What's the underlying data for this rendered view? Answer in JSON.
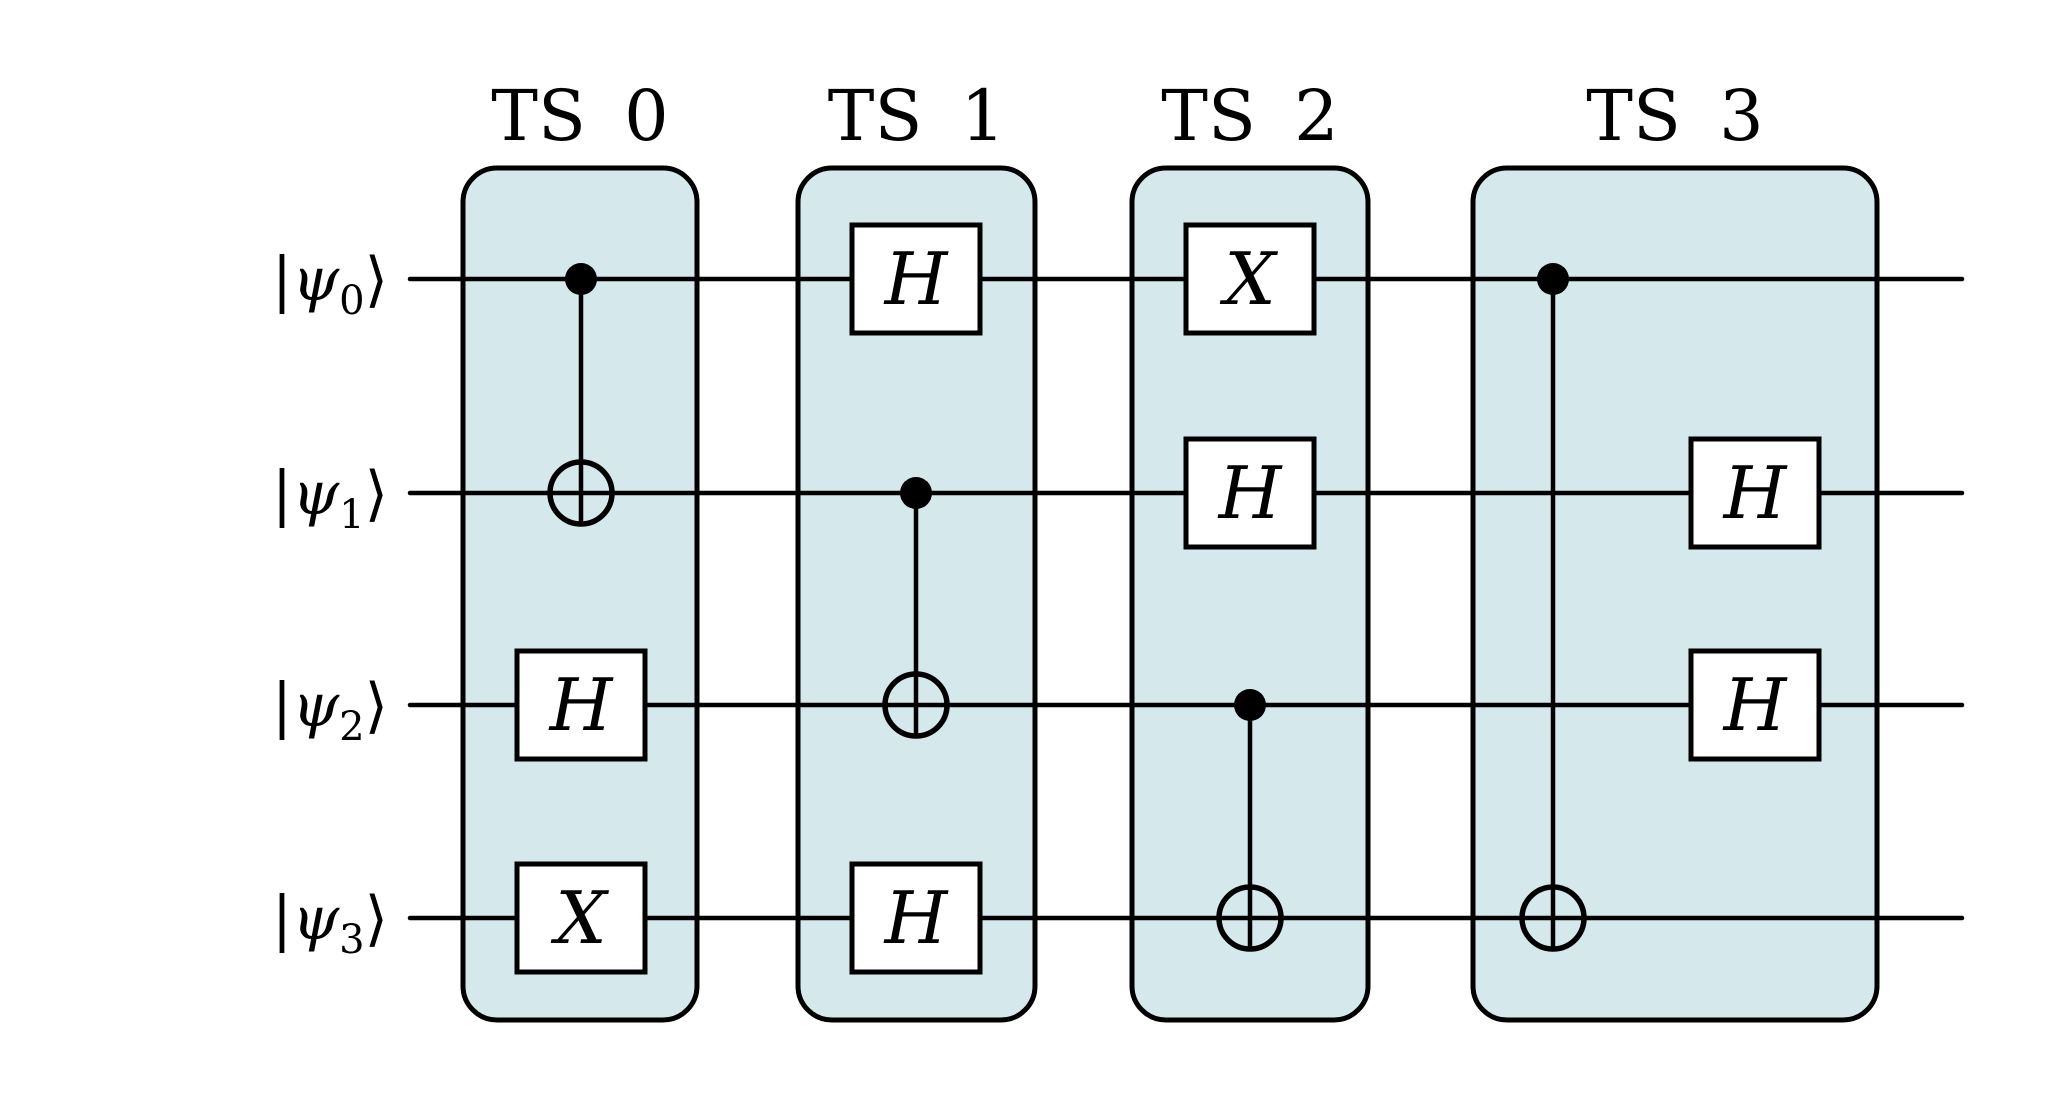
{
  "page": {
    "background": "#ffffff"
  },
  "diagram": {
    "type": "quantum-circuit",
    "colors": {
      "timestep_fill": "#d5e8ec",
      "stroke": "#000000",
      "gate_fill": "#ffffff"
    },
    "qubits": [
      {
        "ket_open": "|",
        "base": "ψ",
        "sub": "0",
        "ket_close": "⟩"
      },
      {
        "ket_open": "|",
        "base": "ψ",
        "sub": "1",
        "ket_close": "⟩"
      },
      {
        "ket_open": "|",
        "base": "ψ",
        "sub": "2",
        "ket_close": "⟩"
      },
      {
        "ket_open": "|",
        "base": "ψ",
        "sub": "3",
        "ket_close": "⟩"
      }
    ],
    "timesteps": [
      {
        "label": "TS 0",
        "gates": [
          {
            "type": "cnot",
            "control": 0,
            "target": 1
          },
          {
            "type": "gate",
            "name": "H",
            "qubit": 2
          },
          {
            "type": "gate",
            "name": "X",
            "qubit": 3
          }
        ]
      },
      {
        "label": "TS 1",
        "gates": [
          {
            "type": "gate",
            "name": "H",
            "qubit": 0
          },
          {
            "type": "cnot",
            "control": 1,
            "target": 2
          },
          {
            "type": "gate",
            "name": "H",
            "qubit": 3
          }
        ]
      },
      {
        "label": "TS 2",
        "gates": [
          {
            "type": "gate",
            "name": "X",
            "qubit": 0
          },
          {
            "type": "gate",
            "name": "H",
            "qubit": 1
          },
          {
            "type": "cnot",
            "control": 2,
            "target": 3
          }
        ]
      },
      {
        "label": "TS 3",
        "gates": [
          {
            "type": "cnot",
            "control": 0,
            "target": 3,
            "column": 0
          },
          {
            "type": "gate",
            "name": "H",
            "qubit": 1,
            "column": 1
          },
          {
            "type": "gate",
            "name": "H",
            "qubit": 2,
            "column": 1
          }
        ]
      }
    ]
  }
}
